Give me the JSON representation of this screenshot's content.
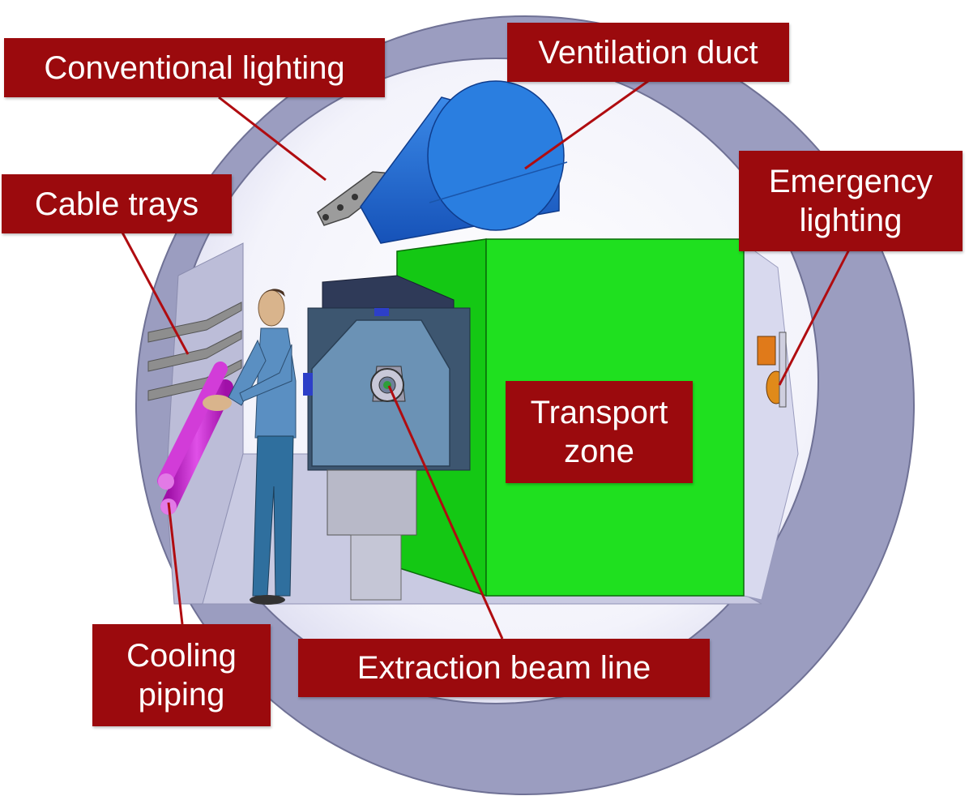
{
  "labels": {
    "conventional_lighting": "Conventional lighting",
    "ventilation_duct": "Ventilation duct",
    "cable_trays": "Cable trays",
    "emergency_lighting_1": "Emergency",
    "emergency_lighting_2": "lighting",
    "transport_zone_1": "Transport",
    "transport_zone_2": "zone",
    "cooling_piping_1": "Cooling",
    "cooling_piping_2": "piping",
    "extraction_beam_line": "Extraction beam line"
  },
  "colors": {
    "label_bg": "#9b0a0d",
    "label_text": "#ffffff",
    "tunnel_ring": "#9a9cbf",
    "tunnel_interior": "#ffffff",
    "transport_zone": "#1adf1a",
    "ventilation_duct": "#1e6fd6",
    "cooling_pipe": "#c020c8",
    "magnet_body": "#5b86a8",
    "emergency_lamp": "#e07a1a",
    "leader_line": "#b00c10"
  }
}
